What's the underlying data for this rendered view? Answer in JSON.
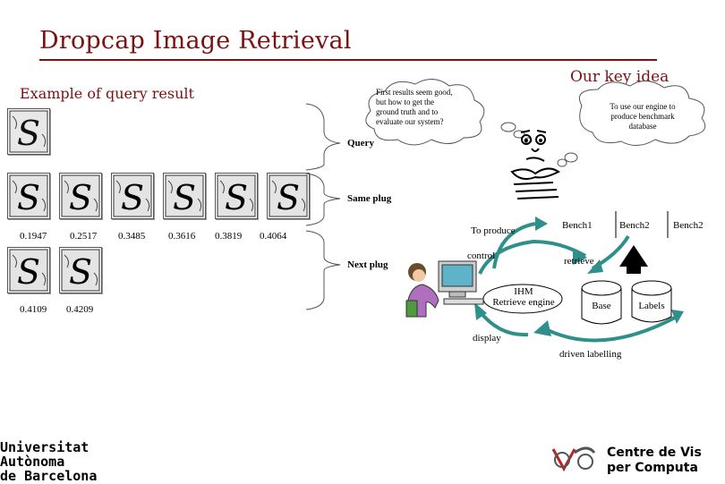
{
  "slide": {
    "title": "Dropcap Image Retrieval",
    "key_idea": "Our key idea",
    "example_heading": "Example of query result"
  },
  "results": {
    "row1_scores": [
      "0.1947",
      "0.2517",
      "0.3485",
      "0.3616",
      "0.3819",
      "0.4064"
    ],
    "row2_scores": [
      "0.4109",
      "0.4209"
    ]
  },
  "brace_labels": {
    "query": "Query",
    "same_plug": "Same plug",
    "next_plug": "Next plug"
  },
  "clouds": {
    "question_line1": "First results seem good,",
    "question_line2": "but how to get the",
    "question_line3": "ground truth and to",
    "question_line4": "evaluate our system?",
    "idea_line1": "To use our engine to",
    "idea_line2": "produce benchmark",
    "idea_line3": "database"
  },
  "diagram": {
    "to_produce": "To produce",
    "control": "control",
    "retrieve": "retrieve",
    "display": "display",
    "driven_labelling": "driven labelling",
    "ihm_line1": "IHM",
    "ihm_line2": "Retrieve engine",
    "base": "Base",
    "labels": "Labels",
    "bench1": "Bench1",
    "bench2a": "Bench2",
    "bench2b": "Bench2"
  },
  "logos": {
    "uab_line1": "Universitat",
    "uab_line2": "Autònoma",
    "uab_line3": "de Barcelona",
    "cvc_line1": "Centre de Vis",
    "cvc_line2": "per Computa"
  },
  "colors": {
    "title": "#7a1212",
    "arrow_teal": "#2f8f8a",
    "up_arrow": "#000000"
  }
}
